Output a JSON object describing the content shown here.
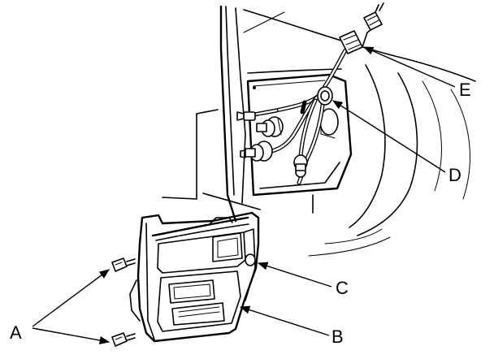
{
  "callouts": {
    "a": "A",
    "b": "B",
    "c": "C",
    "d": "D",
    "e": "E"
  }
}
